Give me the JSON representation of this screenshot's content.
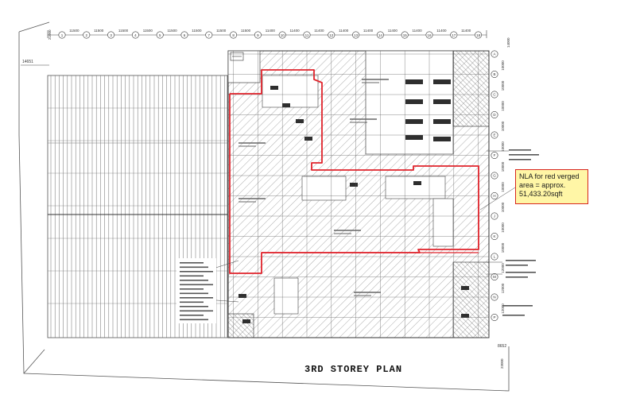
{
  "plan_title": "3RD STOREY PLAN",
  "callout": {
    "line1": "NLA for red verged",
    "line2": "area = approx.",
    "line3": "51,433.20sqft"
  },
  "dimensions": {
    "top_left": "21000",
    "left_side": "14651",
    "right_top": "14000",
    "right_bottom": "8652",
    "bottom_right": "23000",
    "top_bays": [
      "11500",
      "11500",
      "11500",
      "11500",
      "11500",
      "11500",
      "11500",
      "11500",
      "11400",
      "11400",
      "11400",
      "11400",
      "11400",
      "11400",
      "11400",
      "11400",
      "11400",
      "11400",
      "11300"
    ],
    "right_bays": [
      "10000",
      "10000",
      "10000",
      "10000",
      "10000",
      "10000",
      "10000",
      "10000",
      "10000",
      "10000",
      "12000",
      "12000",
      "12000",
      "12000"
    ]
  },
  "grid_labels": {
    "columns": [
      "1",
      "2",
      "3",
      "4",
      "5",
      "6",
      "7",
      "8",
      "9",
      "10",
      "11",
      "12",
      "13",
      "14",
      "15",
      "16",
      "17",
      "18"
    ],
    "rows": [
      "A",
      "B",
      "C",
      "D",
      "E",
      "F",
      "G",
      "H",
      "J",
      "K",
      "L",
      "M",
      "N",
      "P"
    ]
  },
  "colors": {
    "line": "#3a3a3a",
    "red_boundary": "#e0232b",
    "callout_fill": "#fff6a6",
    "callout_border": "#d7261e"
  },
  "icons": [
    "north-indicator-icon"
  ]
}
